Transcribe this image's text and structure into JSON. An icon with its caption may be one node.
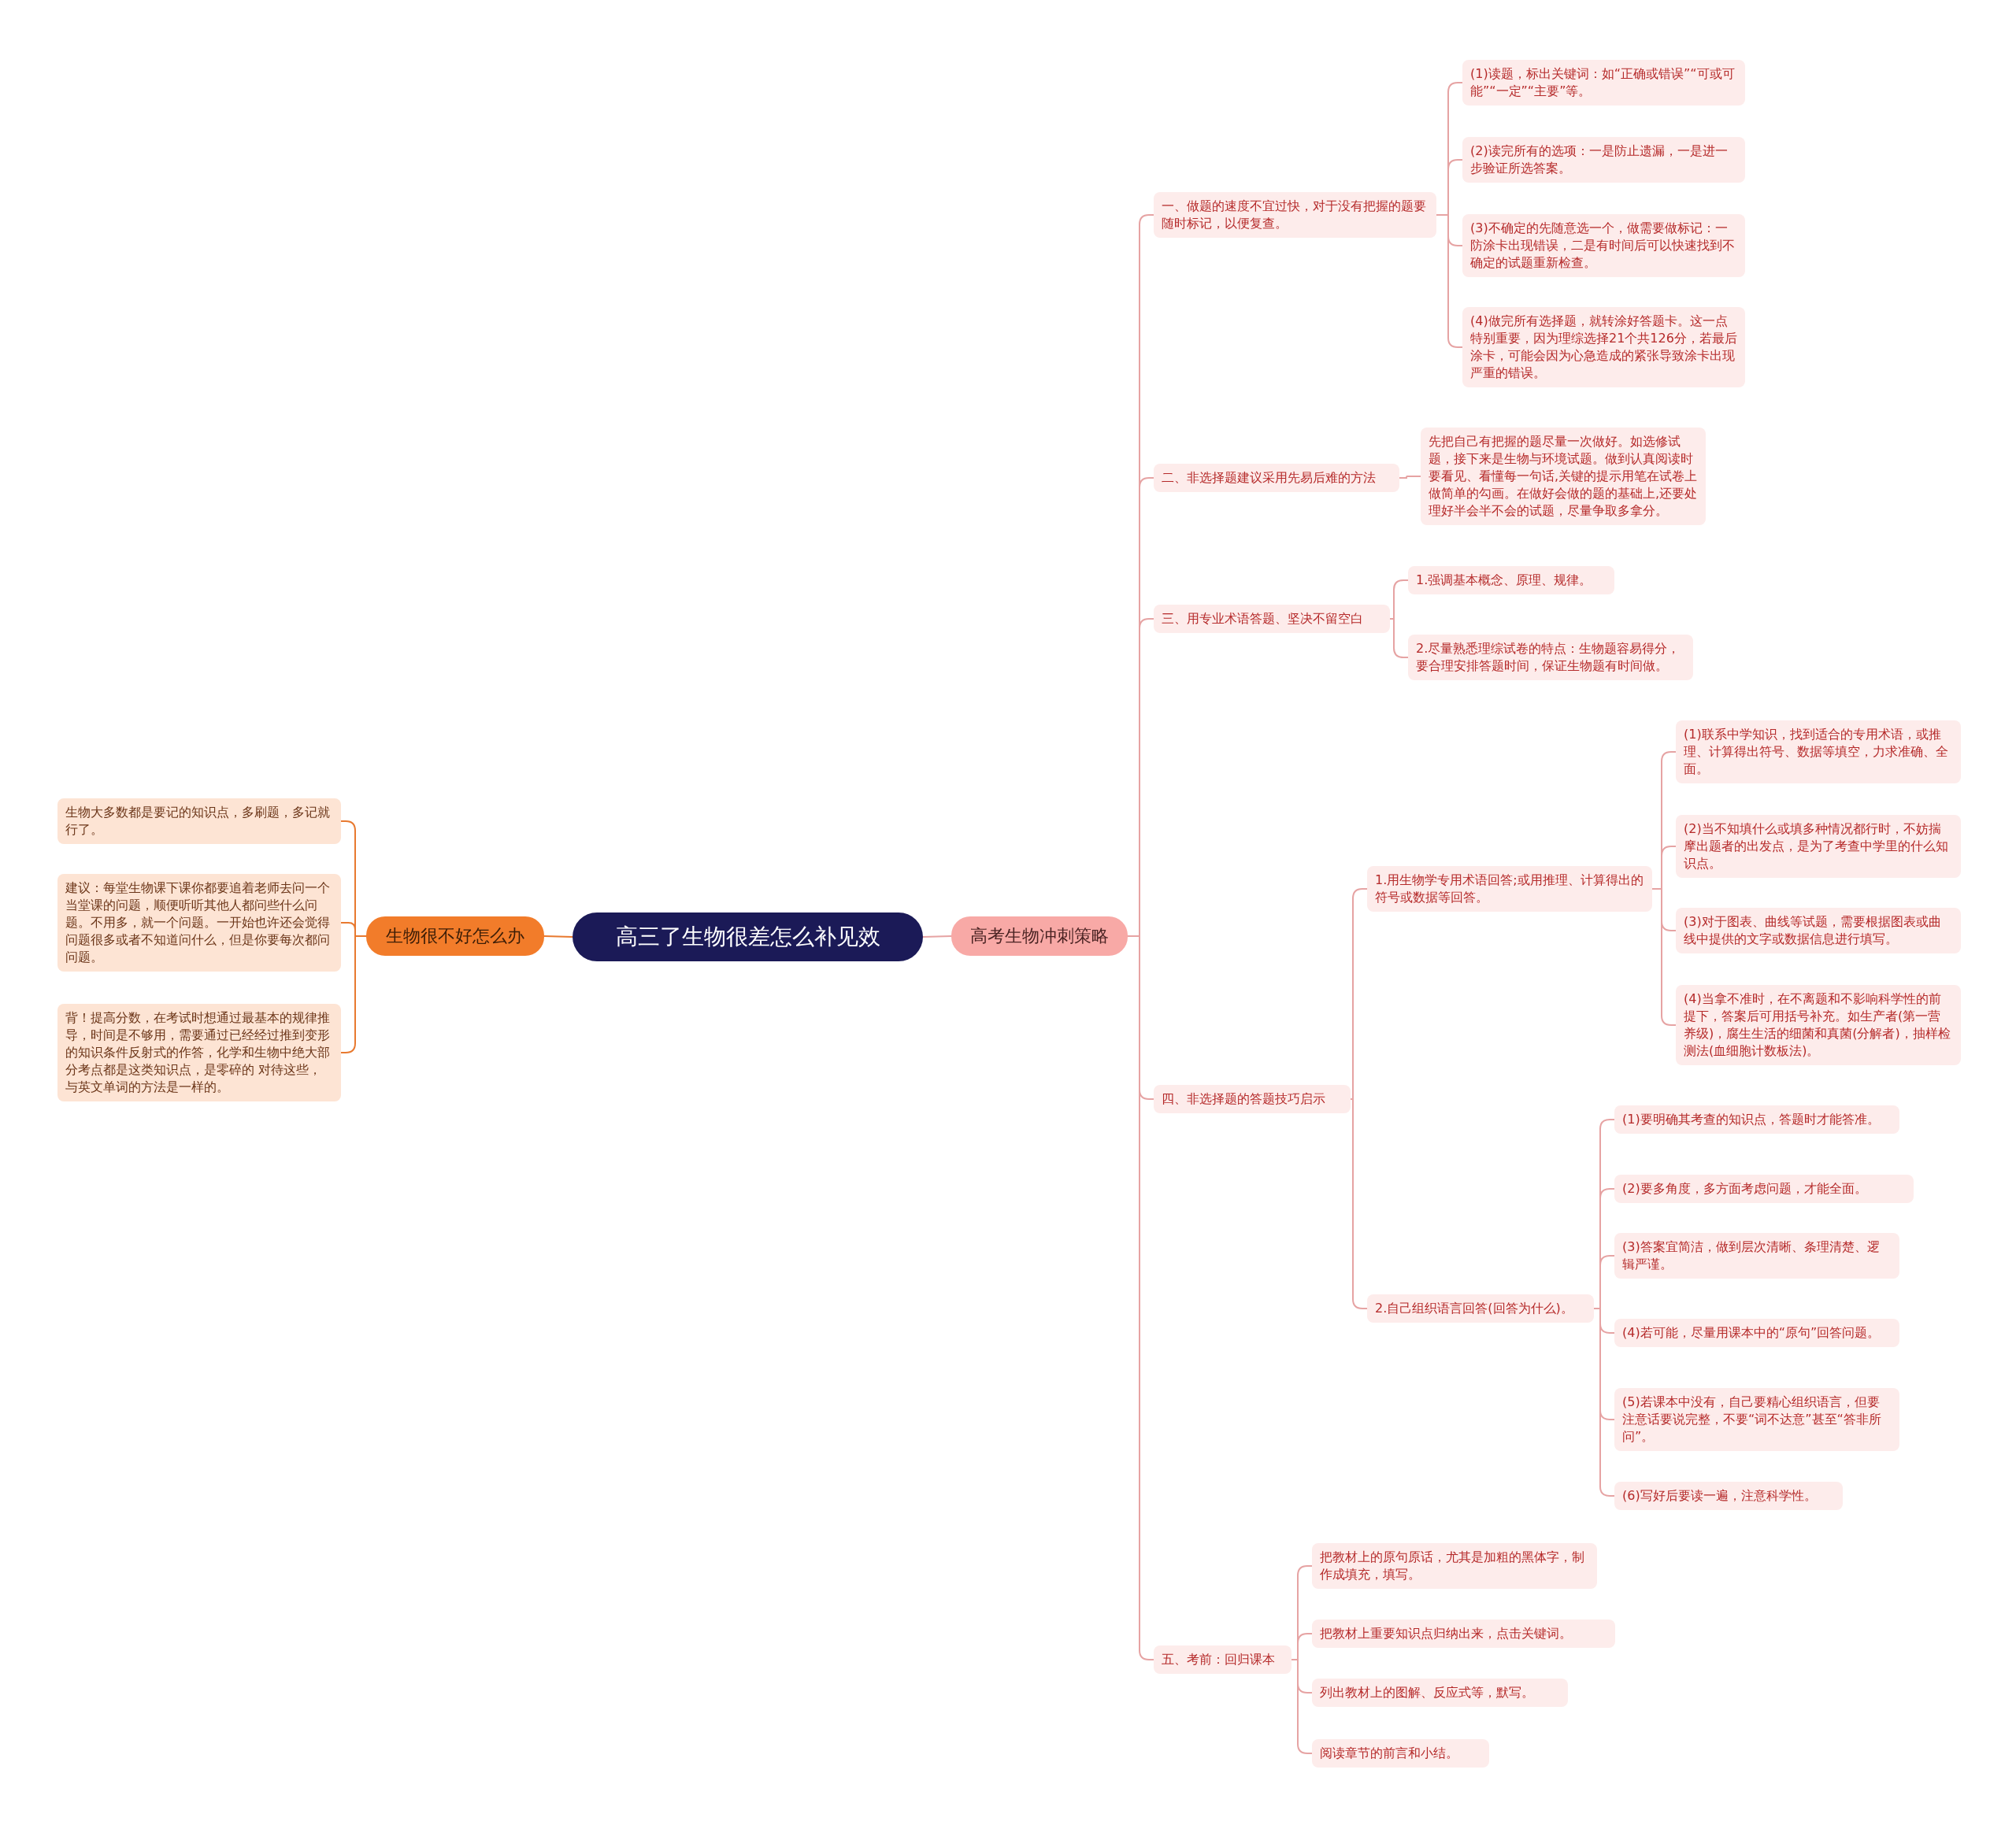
{
  "diagram": {
    "nodes": [
      {
        "text": [
          "高三了生物很差怎么补见效"
        ]
      },
      {
        "text": [
          "高考生物冲刺策略"
        ]
      },
      {
        "text": [
          "一、做题的速度不宜过快，对于没有把握的题要随时标记，以便复查。"
        ]
      },
      {
        "text": [
          "(1)读题，标出关键词：如“正确或错误”“可或可能”“一定”“主要”等。"
        ]
      },
      {
        "text": [
          "(2)读完所有的选项：一是防止遗漏，一是进一步验证所选答案。"
        ]
      },
      {
        "text": [
          "(3)不确定的先随意选一个，做需要做标记：一防涂卡出现错误，二是有时间后可以快速找到不确定的试题重新检查。"
        ]
      },
      {
        "text": [
          "(4)做完所有选择题，就转涂好答题卡。这一点特别重要，因为理综选择21个共126分，若最后涂卡，可能会因为心急造成的紧张导致涂卡出现严重的错误。"
        ]
      },
      {
        "text": [
          "二、非选择题建议采用先易后难的方法"
        ]
      },
      {
        "text": [
          "先把自己有把握的题尽量一次做好。如选修试题，接下来是生物与环境试题。做到认真阅读时要看见、看懂每一句话,关键的提示用笔在试卷上做简单的勾画。在做好会做的题的基础上,还要处理好半会半不会的试题，尽量争取多拿分。"
        ]
      },
      {
        "text": [
          "三、用专业术语答题、坚决不留空白"
        ]
      },
      {
        "text": [
          "1.强调基本概念、原理、规律。"
        ]
      },
      {
        "text": [
          "2.尽量熟悉理综试卷的特点：生物题容易得分，要合理安排答题时间，保证生物题有时间做。"
        ]
      },
      {
        "text": [
          "四、非选择题的答题技巧启示"
        ]
      },
      {
        "text": [
          "1.用生物学专用术语回答;或用推理、计算得出的符号或数据等回答。"
        ]
      },
      {
        "text": [
          "(1)联系中学知识，找到适合的专用术语，或推理、计算得出符号、数据等填空，力求准确、全面。"
        ]
      },
      {
        "text": [
          "(2)当不知填什么或填多种情况都行时，不妨揣摩出题者的出发点，是为了考查中学里的什么知识点。"
        ]
      },
      {
        "text": [
          "(3)对于图表、曲线等试题，需要根据图表或曲线中提供的文字或数据信息进行填写。"
        ]
      },
      {
        "text": [
          "(4)当拿不准时，在不离题和不影响科学性的前提下，答案后可用括号补充。如生产者(第一营养级)，腐生生活的细菌和真菌(分解者)，抽样检测法(血细胞计数板法)。"
        ]
      },
      {
        "text": [
          "2.自己组织语言回答(回答为什么)。"
        ]
      },
      {
        "text": [
          "(1)要明确其考查的知识点，答题时才能答准。"
        ]
      },
      {
        "text": [
          "(2)要多角度，多方面考虑问题，才能全面。"
        ]
      },
      {
        "text": [
          "(3)答案宜简洁，做到层次清晰、条理清楚、逻辑严谨。"
        ]
      },
      {
        "text": [
          "(4)若可能，尽量用课本中的“原句”回答问题。"
        ]
      },
      {
        "text": [
          "(5)若课本中没有，自己要精心组织语言，但要注意话要说完整，不要“词不达意”甚至“答非所问”。"
        ]
      },
      {
        "text": [
          "(6)写好后要读一遍，注意科学性。"
        ]
      },
      {
        "text": [
          "五、考前：回归课本"
        ]
      },
      {
        "text": [
          "把教材上的原句原话，尤其是加粗的黑体字，制作成填充，填写。"
        ]
      },
      {
        "text": [
          "把教材上重要知识点归纳出来，点击关键词。"
        ]
      },
      {
        "text": [
          "列出教材上的图解、反应式等，默写。"
        ]
      },
      {
        "text": [
          "阅读章节的前言和小结。"
        ]
      },
      {
        "text": [
          "生物很不好怎么办"
        ]
      },
      {
        "text": [
          "生物大多数都是要记的知识点，多刷题，多记就行了。"
        ]
      },
      {
        "text": [
          "建议：每堂生物课下课你都要追着老师去问一个当堂课的问题，顺便听听其他人都问些什么问题。不用多，就一个问题。一开始也许还会觉得问题很多或者不知道问什么，但是你要每次都问问题。"
        ]
      },
      {
        "text": [
          "背！提高分数，在考试时想通过最基本的规律推导，时间是不够用，需要通过已经经过推到变形的知识条件反射式的作答，化学和生物中绝大部分考点都是这类知识点，是零碎的 对待这些，与英文单词的方法是一样的。"
        ]
      }
    ],
    "edges": [
      {
        "from": 0,
        "to": 1,
        "arrow": "none"
      },
      {
        "from": 1,
        "to": 2,
        "arrow": "none"
      },
      {
        "from": 2,
        "to": 3,
        "arrow": "none"
      },
      {
        "from": 2,
        "to": 4,
        "arrow": "none"
      },
      {
        "from": 2,
        "to": 5,
        "arrow": "none"
      },
      {
        "from": 2,
        "to": 6,
        "arrow": "none"
      },
      {
        "from": 1,
        "to": 7,
        "arrow": "none"
      },
      {
        "from": 7,
        "to": 8,
        "arrow": "none"
      },
      {
        "from": 1,
        "to": 9,
        "arrow": "none"
      },
      {
        "from": 9,
        "to": 10,
        "arrow": "none"
      },
      {
        "from": 9,
        "to": 11,
        "arrow": "none"
      },
      {
        "from": 1,
        "to": 12,
        "arrow": "none"
      },
      {
        "from": 12,
        "to": 13,
        "arrow": "none"
      },
      {
        "from": 13,
        "to": 14,
        "arrow": "none"
      },
      {
        "from": 13,
        "to": 15,
        "arrow": "none"
      },
      {
        "from": 13,
        "to": 16,
        "arrow": "none"
      },
      {
        "from": 13,
        "to": 17,
        "arrow": "none"
      },
      {
        "from": 12,
        "to": 18,
        "arrow": "none"
      },
      {
        "from": 18,
        "to": 19,
        "arrow": "none"
      },
      {
        "from": 18,
        "to": 20,
        "arrow": "none"
      },
      {
        "from": 18,
        "to": 21,
        "arrow": "none"
      },
      {
        "from": 18,
        "to": 22,
        "arrow": "none"
      },
      {
        "from": 18,
        "to": 23,
        "arrow": "none"
      },
      {
        "from": 18,
        "to": 24,
        "arrow": "none"
      },
      {
        "from": 1,
        "to": 25,
        "arrow": "none"
      },
      {
        "from": 25,
        "to": 26,
        "arrow": "none"
      },
      {
        "from": 25,
        "to": 27,
        "arrow": "none"
      },
      {
        "from": 25,
        "to": 28,
        "arrow": "none"
      },
      {
        "from": 25,
        "to": 29,
        "arrow": "none"
      },
      {
        "from": 0,
        "to": 30,
        "arrow": "none",
        "color": "#e8792f"
      },
      {
        "from": 30,
        "to": 31,
        "arrow": "none",
        "color": "#e8792f"
      },
      {
        "from": 30,
        "to": 32,
        "arrow": "none",
        "color": "#e8792f"
      },
      {
        "from": 30,
        "to": 33,
        "arrow": "none",
        "color": "#e8792f"
      }
    ]
  }
}
